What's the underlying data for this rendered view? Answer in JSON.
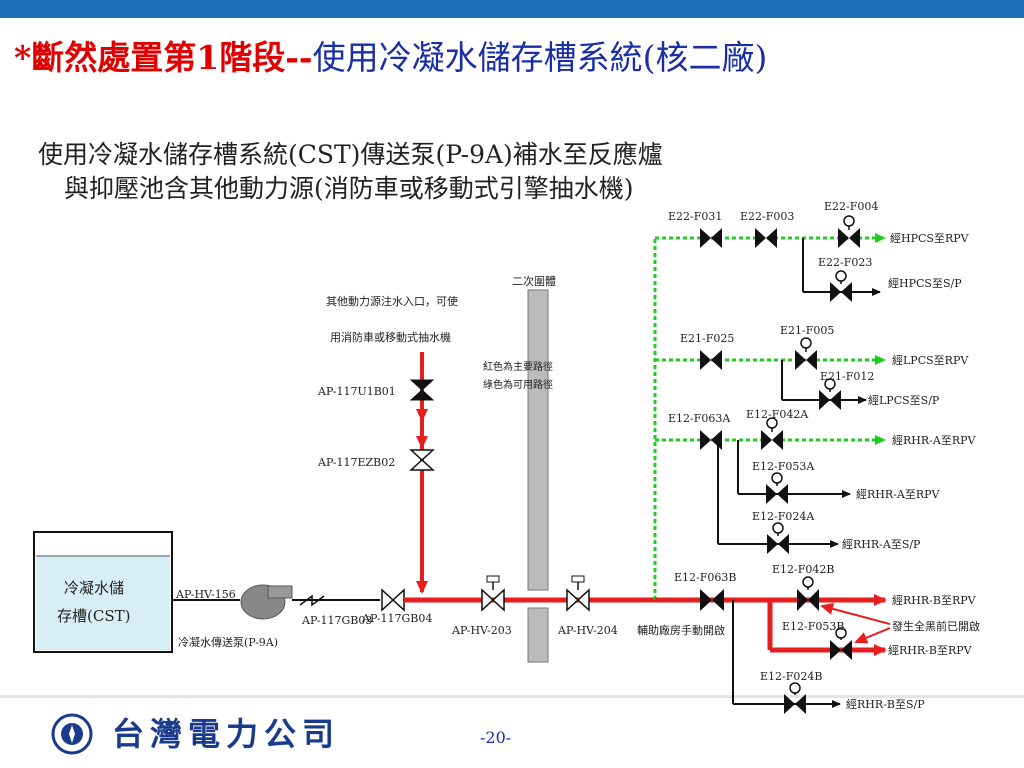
{
  "header": {
    "title_prefix": "*斷然處置第1階段--",
    "title_main": "使用冷凝水儲存槽系統(核二廠)"
  },
  "diagram": {
    "heading_line1": "使用冷凝水儲存槽系統(CST)傳送泵(P-9A)補水至反應爐",
    "heading_line2": "與抑壓池含其他動力源(消防車或移動式引擎抽水機)",
    "containment_label": "二次圍體",
    "external_note_line1": "其他動力源注水入口，可使",
    "external_note_line2": "用消防車或移動式抽水機",
    "legend_red": "紅色為主要路徑",
    "legend_green": "綠色為可用路徑",
    "tank_line1": "冷凝水儲",
    "tank_line2": "存槽(CST)",
    "pump_label": "冷凝水傳送泵(P-9A)",
    "valves": {
      "ap_117u1b01": "AP-117U1B01",
      "ap_117ezb02": "AP-117EZB02",
      "ap_hv_156": "AP-HV-156",
      "ap_117gb03": "AP-117GB03",
      "ap_117gb04": "AP-117GB04",
      "ap_hv_203": "AP-HV-203",
      "ap_hv_204": "AP-HV-204",
      "e22_f031": "E22-F031",
      "e22_f003": "E22-F003",
      "e22_f004": "E22-F004",
      "e22_f023": "E22-F023",
      "e21_f025": "E21-F025",
      "e21_f005": "E21-F005",
      "e21_f012": "E21-F012",
      "e12_f063a": "E12-F063A",
      "e12_f042a": "E12-F042A",
      "e12_f053a": "E12-F053A",
      "e12_f024a": "E12-F024A",
      "e12_f063b": "E12-F063B",
      "e12_f042b": "E12-F042B",
      "e12_f053b": "E12-F053B",
      "e12_f024b": "E12-F024B"
    },
    "destinations": {
      "hpcs_rpv": "經HPCS至RPV",
      "hpcs_sp": "經HPCS至S/P",
      "lpcs_rpv": "經LPCS至RPV",
      "lpcs_sp": "經LPCS至S/P",
      "rhra_rpv_1": "經RHR-A至RPV",
      "rhra_rpv_2": "經RHR-A至RPV",
      "rhra_sp": "經RHR-A至S/P",
      "rhrb_rpv_1": "經RHR-B至RPV",
      "rhrb_rpv_2": "經RHR-B至RPV",
      "rhrb_sp": "經RHR-B至S/P"
    },
    "aux_manual": "輔助廠房手動開啟",
    "blackout_note": "發生全黑前已開啟",
    "colors": {
      "main_path": "#e61e1e",
      "available_path": "#22cc22",
      "pipe": "#111111"
    }
  },
  "footer": {
    "company": "台灣電力公司",
    "page": "-20-"
  }
}
